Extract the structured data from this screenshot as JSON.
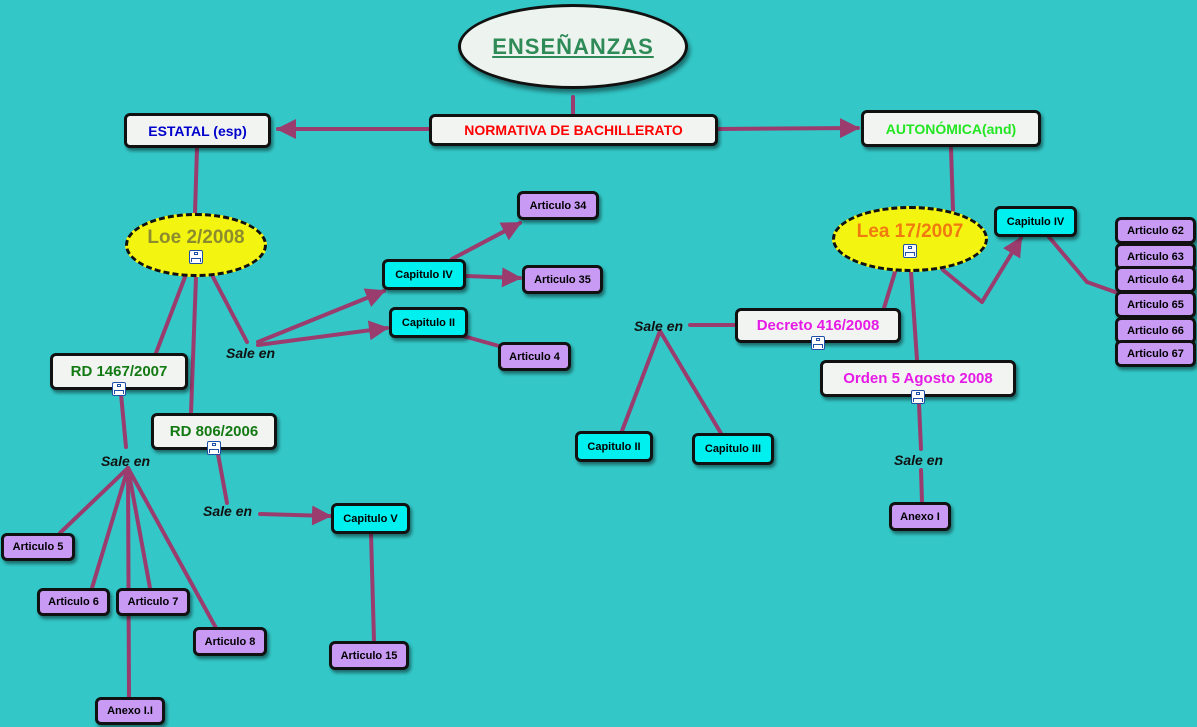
{
  "title": "ENSEÑANZAS",
  "normativa": "NORMATIVA DE BACHILLERATO",
  "estatal": "ESTATAL (esp)",
  "autonomica": "AUTONÓMICA(and)",
  "loe": "Loe 2/2008",
  "lea": "Lea 17/2007",
  "rd1467": "RD 1467/2007",
  "rd806": "RD 806/2006",
  "decreto": "Decreto 416/2008",
  "orden": "Orden 5 Agosto 2008",
  "sale_en": "Sale en",
  "capitulos": {
    "loe_iv": "Capitulo IV",
    "loe_ii": "Capitulo II",
    "rd806_v": "Capitulo V",
    "dec_ii": "Capitulo II",
    "dec_iii": "Capitulo III",
    "lea_iv": "Capitulo IV"
  },
  "articulos": {
    "a34": "Articulo 34",
    "a35": "Articulo 35",
    "a4": "Articulo 4",
    "a5": "Articulo 5",
    "a6": "Articulo 6",
    "a7": "Articulo 7",
    "a8": "Articulo 8",
    "a15": "Articulo 15",
    "a62": "Articulo 62",
    "a63": "Articulo 63",
    "a64": "Articulo 64",
    "a65": "Articulo 65",
    "a66": "Articulo 66",
    "a67": "Articulo 67"
  },
  "anexos": {
    "anexo_ii": "Anexo I.I",
    "anexo_i": "Anexo I"
  },
  "colors": {
    "background": "#33C7C7",
    "connector": "#9B3C6E",
    "title": "#2E8B57",
    "normativa": "#FF0000",
    "estatal": "#0000CC",
    "autonomica": "#22E622",
    "loe": "#8C8C2E",
    "lea": "#F07A10",
    "rd": "#137A13",
    "decreto_orden": "#E61AE6",
    "capitulo_fill": "#00F0F0",
    "articulo_fill": "#C89AF4"
  }
}
